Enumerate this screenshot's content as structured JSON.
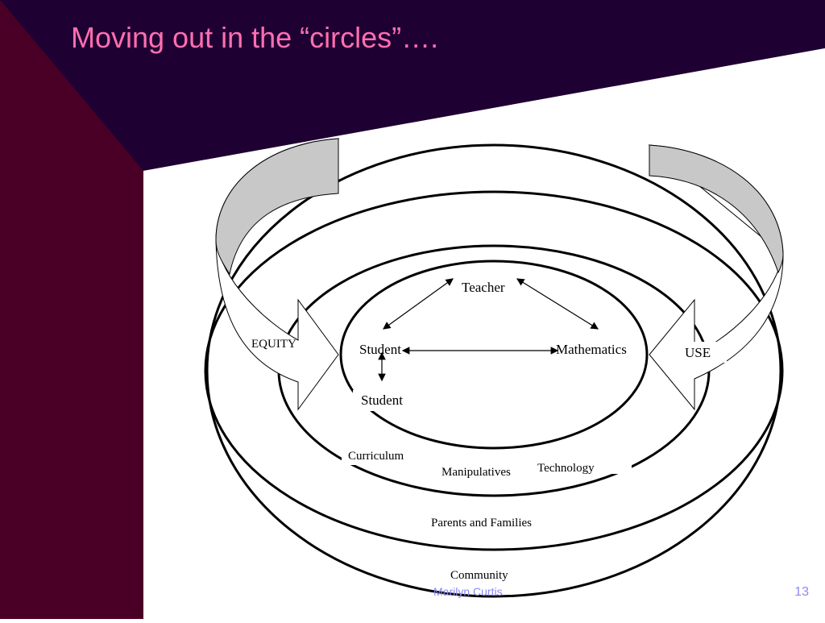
{
  "slide": {
    "title": "Moving out in the “circles”….",
    "page_number": "13",
    "footer": "Marilyn Curtis"
  },
  "diagram": {
    "core": {
      "teacher": "Teacher",
      "student_left": "Student",
      "mathematics": "Mathematics",
      "student_bottom": "Student"
    },
    "ring_labels": {
      "curriculum": "Curriculum",
      "manipulatives": "Manipulatives",
      "technology": "Technology",
      "parents": "Parents and Families",
      "community": "Community"
    },
    "arrows": {
      "left": "EQUITY",
      "right": "USE"
    }
  },
  "colors": {
    "background_dark": "#1f0033",
    "background_maroon": "#4a0026",
    "title": "#ff6fb0",
    "footer": "#8a8af0",
    "arrow_band": "#c8c8c8"
  }
}
